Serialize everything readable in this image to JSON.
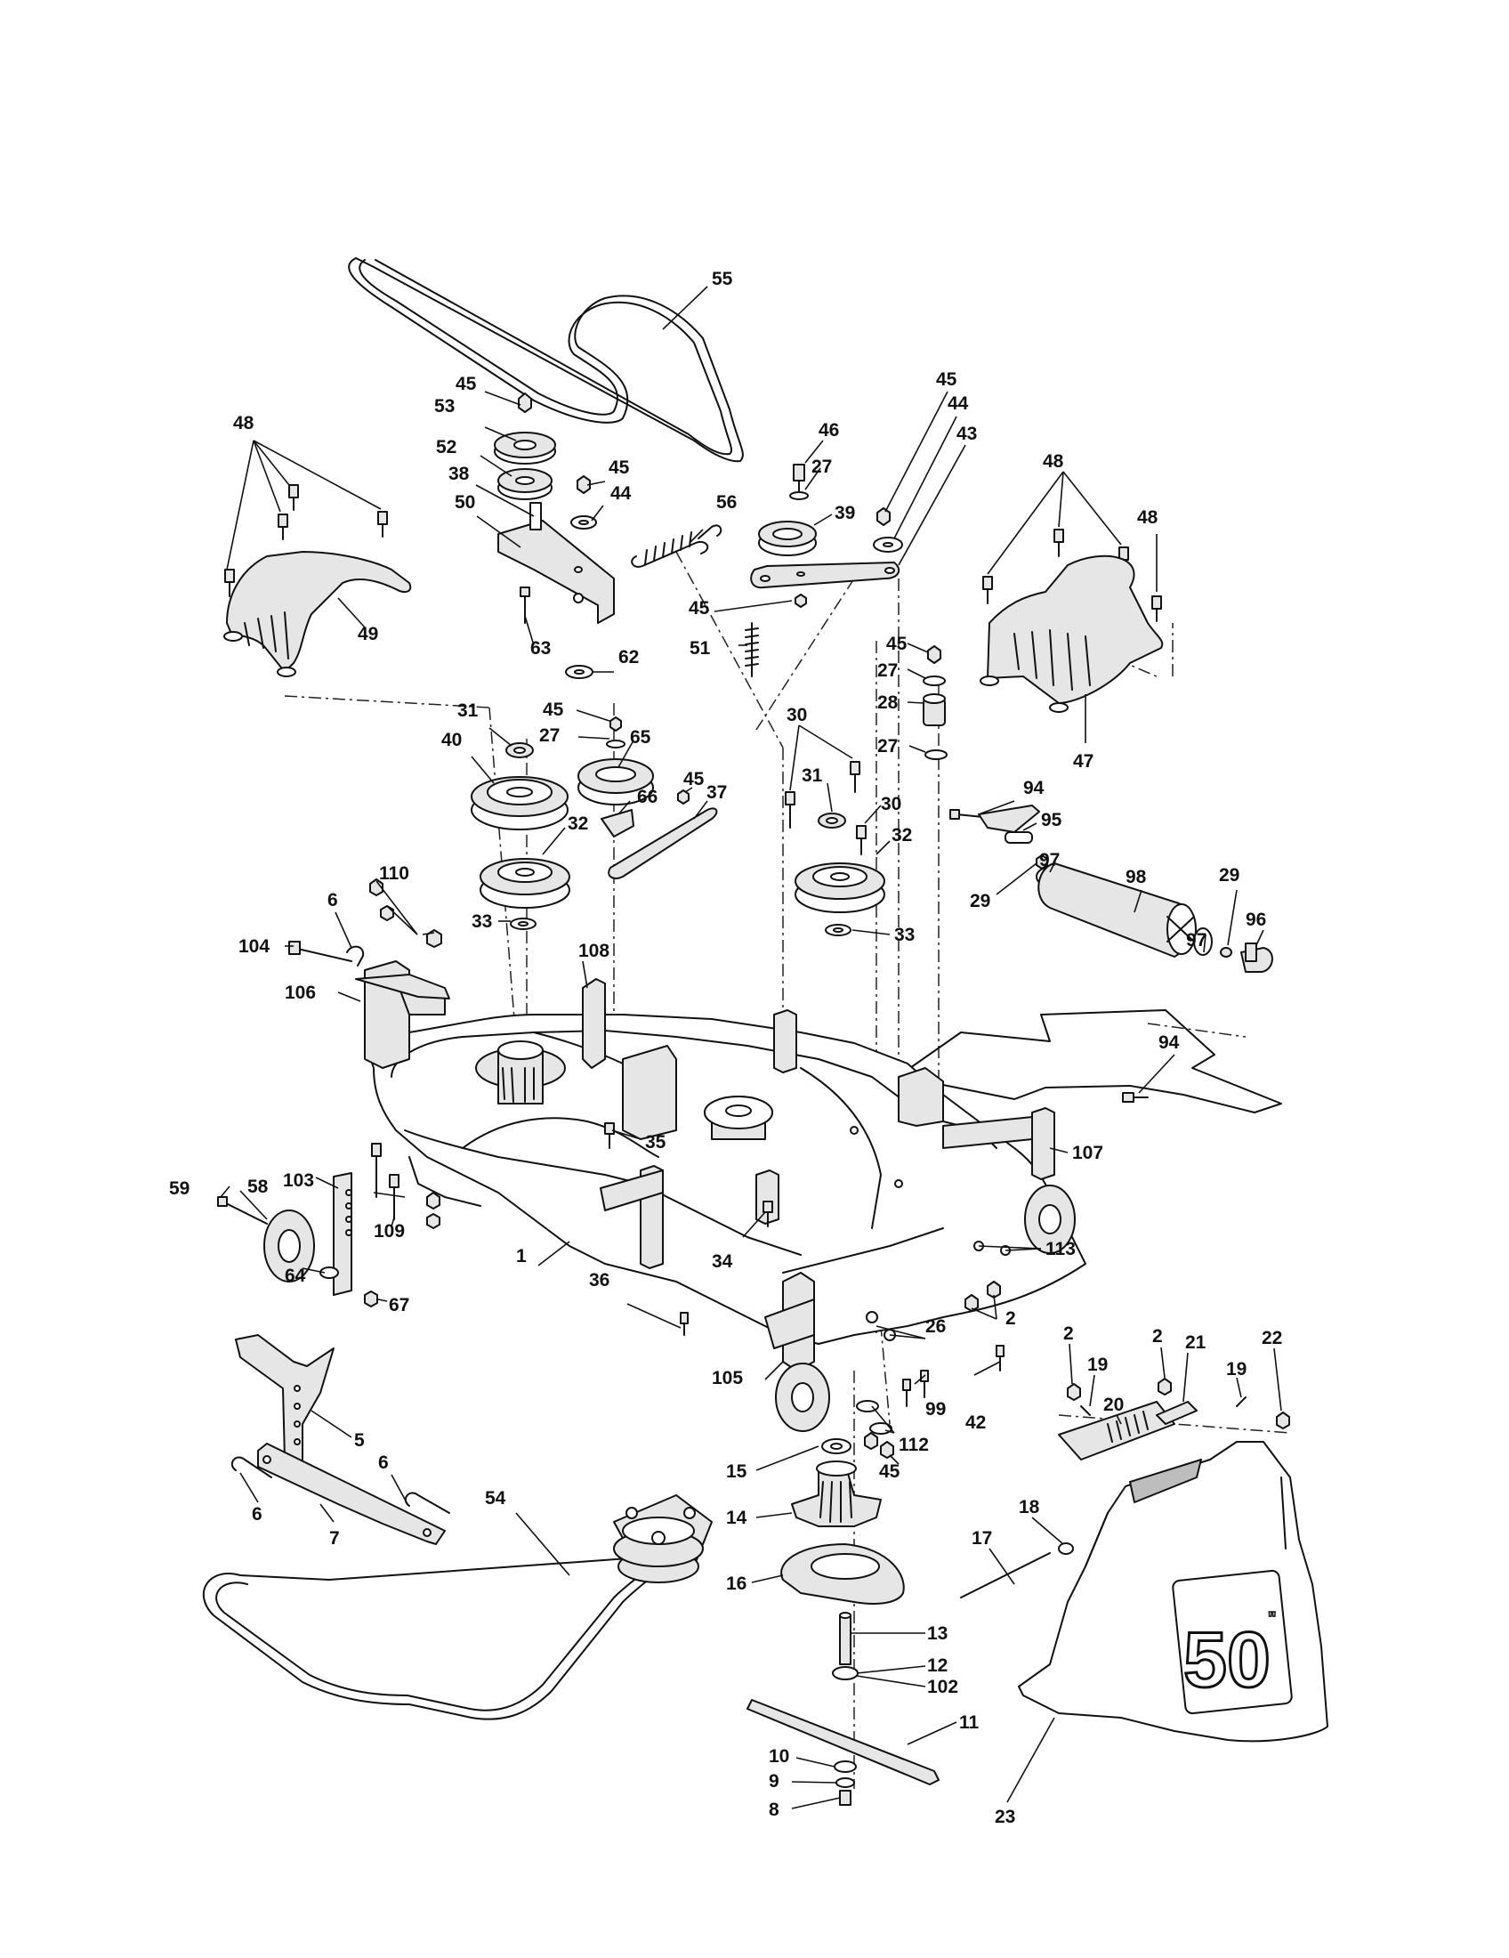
{
  "diagram": {
    "deck_size_badge": "50",
    "deck_size_badge_unit": "\"",
    "part_callouts": {
      "p1": "1",
      "p2a": "2",
      "p2b": "2",
      "p2c": "2",
      "p5": "5",
      "p6a": "6",
      "p6b": "6",
      "p6c": "6",
      "p7": "7",
      "p8": "8",
      "p9": "9",
      "p10": "10",
      "p11": "11",
      "p12": "12",
      "p13": "13",
      "p14": "14",
      "p15": "15",
      "p16": "16",
      "p17": "17",
      "p18": "18",
      "p19a": "19",
      "p19b": "19",
      "p20": "20",
      "p21": "21",
      "p22": "22",
      "p23": "23",
      "p26": "26",
      "p27a": "27",
      "p27b": "27",
      "p27c": "27",
      "p27d": "27",
      "p28": "28",
      "p29a": "29",
      "p29b": "29",
      "p30a": "30",
      "p30b": "30",
      "p31a": "31",
      "p31b": "31",
      "p32a": "32",
      "p32b": "32",
      "p33a": "33",
      "p33b": "33",
      "p34": "34",
      "p35": "35",
      "p36": "36",
      "p37": "37",
      "p38": "38",
      "p39": "39",
      "p40": "40",
      "p42": "42",
      "p43": "43",
      "p44a": "44",
      "p44b": "44",
      "p45a": "45",
      "p45b": "45",
      "p45c": "45",
      "p45d": "45",
      "p45e": "45",
      "p45f": "45",
      "p45g": "45",
      "p45h": "45",
      "p46": "46",
      "p47": "47",
      "p48a": "48",
      "p48b": "48",
      "p48c": "48",
      "p49": "49",
      "p50": "50",
      "p51": "51",
      "p52": "52",
      "p53": "53",
      "p54": "54",
      "p55": "55",
      "p56": "56",
      "p58": "58",
      "p59": "59",
      "p62": "62",
      "p63": "63",
      "p64": "64",
      "p65": "65",
      "p66": "66",
      "p67": "67",
      "p94a": "94",
      "p94b": "94",
      "p95": "95",
      "p96": "96",
      "p97a": "97",
      "p97b": "97",
      "p98": "98",
      "p99": "99",
      "p102": "102",
      "p103": "103",
      "p104": "104",
      "p105": "105",
      "p106": "106",
      "p107": "107",
      "p108": "108",
      "p109": "109",
      "p110": "110",
      "p112": "112",
      "p113": "113"
    }
  }
}
